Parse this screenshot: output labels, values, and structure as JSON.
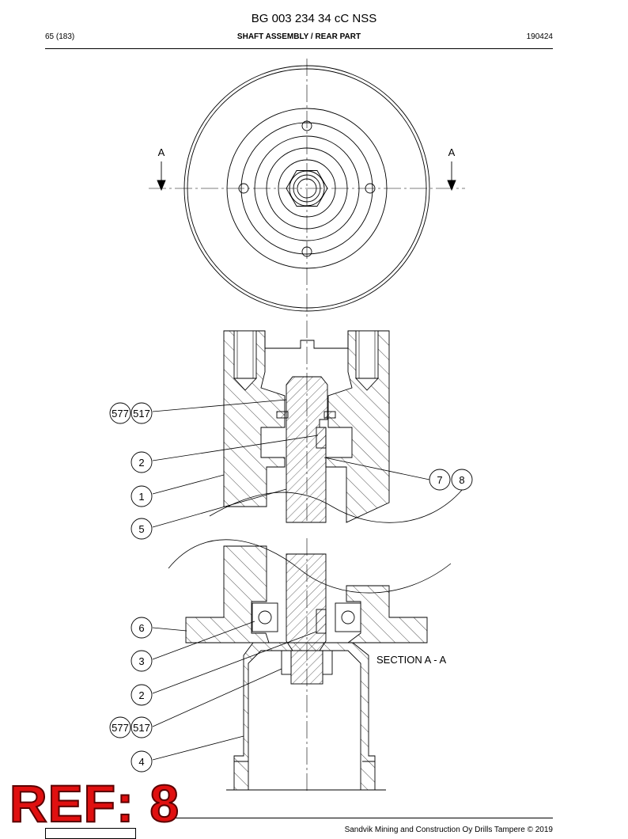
{
  "header": {
    "title": "BG 003 234 34 cC NSS",
    "page": "65 (183)",
    "section": "SHAFT ASSEMBLY / REAR PART",
    "date": "190424"
  },
  "drawing": {
    "section_marker_left": "A",
    "section_marker_right": "A",
    "section_label": "SECTION A - A",
    "callouts": {
      "c577_top": "577",
      "c517_top": "517",
      "c2_top": "2",
      "c1": "1",
      "c5": "5",
      "c7": "7",
      "c8": "8",
      "c6": "6",
      "c3": "3",
      "c2_bottom": "2",
      "c577_bottom": "577",
      "c517_bottom": "517",
      "c4": "4"
    }
  },
  "footer": {
    "copyright": "Sandvik Mining and Construction Oy Drills Tampere © 2019"
  },
  "ref_label": "REF: 8"
}
